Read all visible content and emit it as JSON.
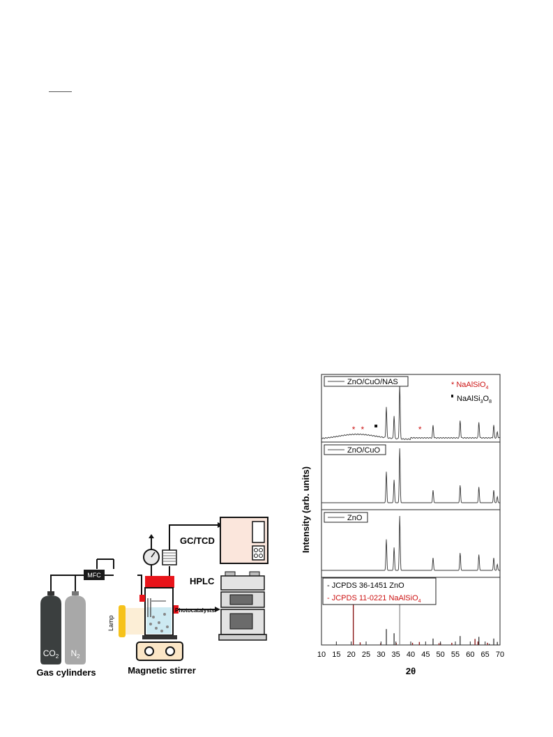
{
  "setup": {
    "mfc": "MFC",
    "gc": "GC/TCD",
    "hplc": "HPLC",
    "photocatalysts": "Photocatalysts",
    "lamp": "Lamp",
    "co2_main": "CO",
    "co2_sub": "2",
    "n2_main": "N",
    "n2_sub": "2",
    "gas_cylinders": "Gas cylinders",
    "magnetic_stirrer": "Magnetic stirrer"
  },
  "xrd": {
    "ylabel": "Intensity (arb. units)",
    "xlabel": "2θ",
    "xticks": [
      "10",
      "15",
      "20",
      "25",
      "30",
      "35",
      "40",
      "45",
      "50",
      "55",
      "60",
      "65",
      "70"
    ],
    "xrange": [
      10,
      70
    ],
    "panels": [
      {
        "name": "ZnO/CuO/NAS"
      },
      {
        "name": "ZnO/CuO"
      },
      {
        "name": "ZnO"
      }
    ],
    "legend1_main": "NaAlSiO",
    "legend1_sub": "4",
    "legend1_mark": "*",
    "legend2_main": "NaAlSi",
    "legend2_sub1": "3",
    "legend2_mid": "O",
    "legend2_sub2": "8",
    "ref1": "- JCPDS 36-1451 ZnO",
    "ref2_main": "- JCPDS 11-0221  NaAlSiO",
    "ref2_sub": "4",
    "colors": {
      "nas": "#cc1111",
      "zno_ref": "#222222",
      "ref_red": "#8b1a1a"
    }
  },
  "chart_data": {
    "type": "line",
    "xlabel": "2θ",
    "ylabel": "Intensity (arb. units)",
    "xlim": [
      10,
      70
    ],
    "series": [
      {
        "name": "ZnO/CuO/NAS",
        "peaks_2theta": [
          31.8,
          34.4,
          36.3,
          47.5,
          56.6,
          62.9,
          67.9,
          69.1
        ]
      },
      {
        "name": "ZnO/CuO",
        "peaks_2theta": [
          31.8,
          34.4,
          36.3,
          47.5,
          56.6,
          62.9,
          67.9,
          69.1
        ]
      },
      {
        "name": "ZnO",
        "peaks_2theta": [
          31.8,
          34.4,
          36.3,
          47.5,
          56.6,
          62.9,
          67.9,
          69.1
        ]
      }
    ],
    "annotations": {
      "NaAlSiO4_marks_2theta": [
        20.8,
        23.8,
        43.1
      ],
      "NaAlSi3O8_marks_2theta": [
        28.3
      ]
    },
    "references": {
      "JCPDS 36-1451 ZnO": [
        {
          "x": 31.8,
          "h": 0.57
        },
        {
          "x": 34.4,
          "h": 0.42
        },
        {
          "x": 36.3,
          "h": 1.0
        },
        {
          "x": 47.5,
          "h": 0.23
        },
        {
          "x": 56.6,
          "h": 0.32
        },
        {
          "x": 62.9,
          "h": 0.29
        },
        {
          "x": 66.4,
          "h": 0.04
        },
        {
          "x": 67.9,
          "h": 0.23
        },
        {
          "x": 69.1,
          "h": 0.11
        }
      ],
      "JCPDS 11-0221 NaAlSiO4": [
        {
          "x": 20.7,
          "h": 1.0
        },
        {
          "x": 23.0,
          "h": 0.06
        },
        {
          "x": 29.9,
          "h": 0.04
        },
        {
          "x": 35.1,
          "h": 0.05
        },
        {
          "x": 40.6,
          "h": 0.05
        },
        {
          "x": 42.9,
          "h": 0.07
        },
        {
          "x": 49.5,
          "h": 0.04
        },
        {
          "x": 50.0,
          "h": 0.04
        },
        {
          "x": 53.8,
          "h": 0.05
        },
        {
          "x": 61.6,
          "h": 0.14
        },
        {
          "x": 62.6,
          "h": 0.08
        },
        {
          "x": 65.8,
          "h": 0.05
        }
      ]
    }
  }
}
